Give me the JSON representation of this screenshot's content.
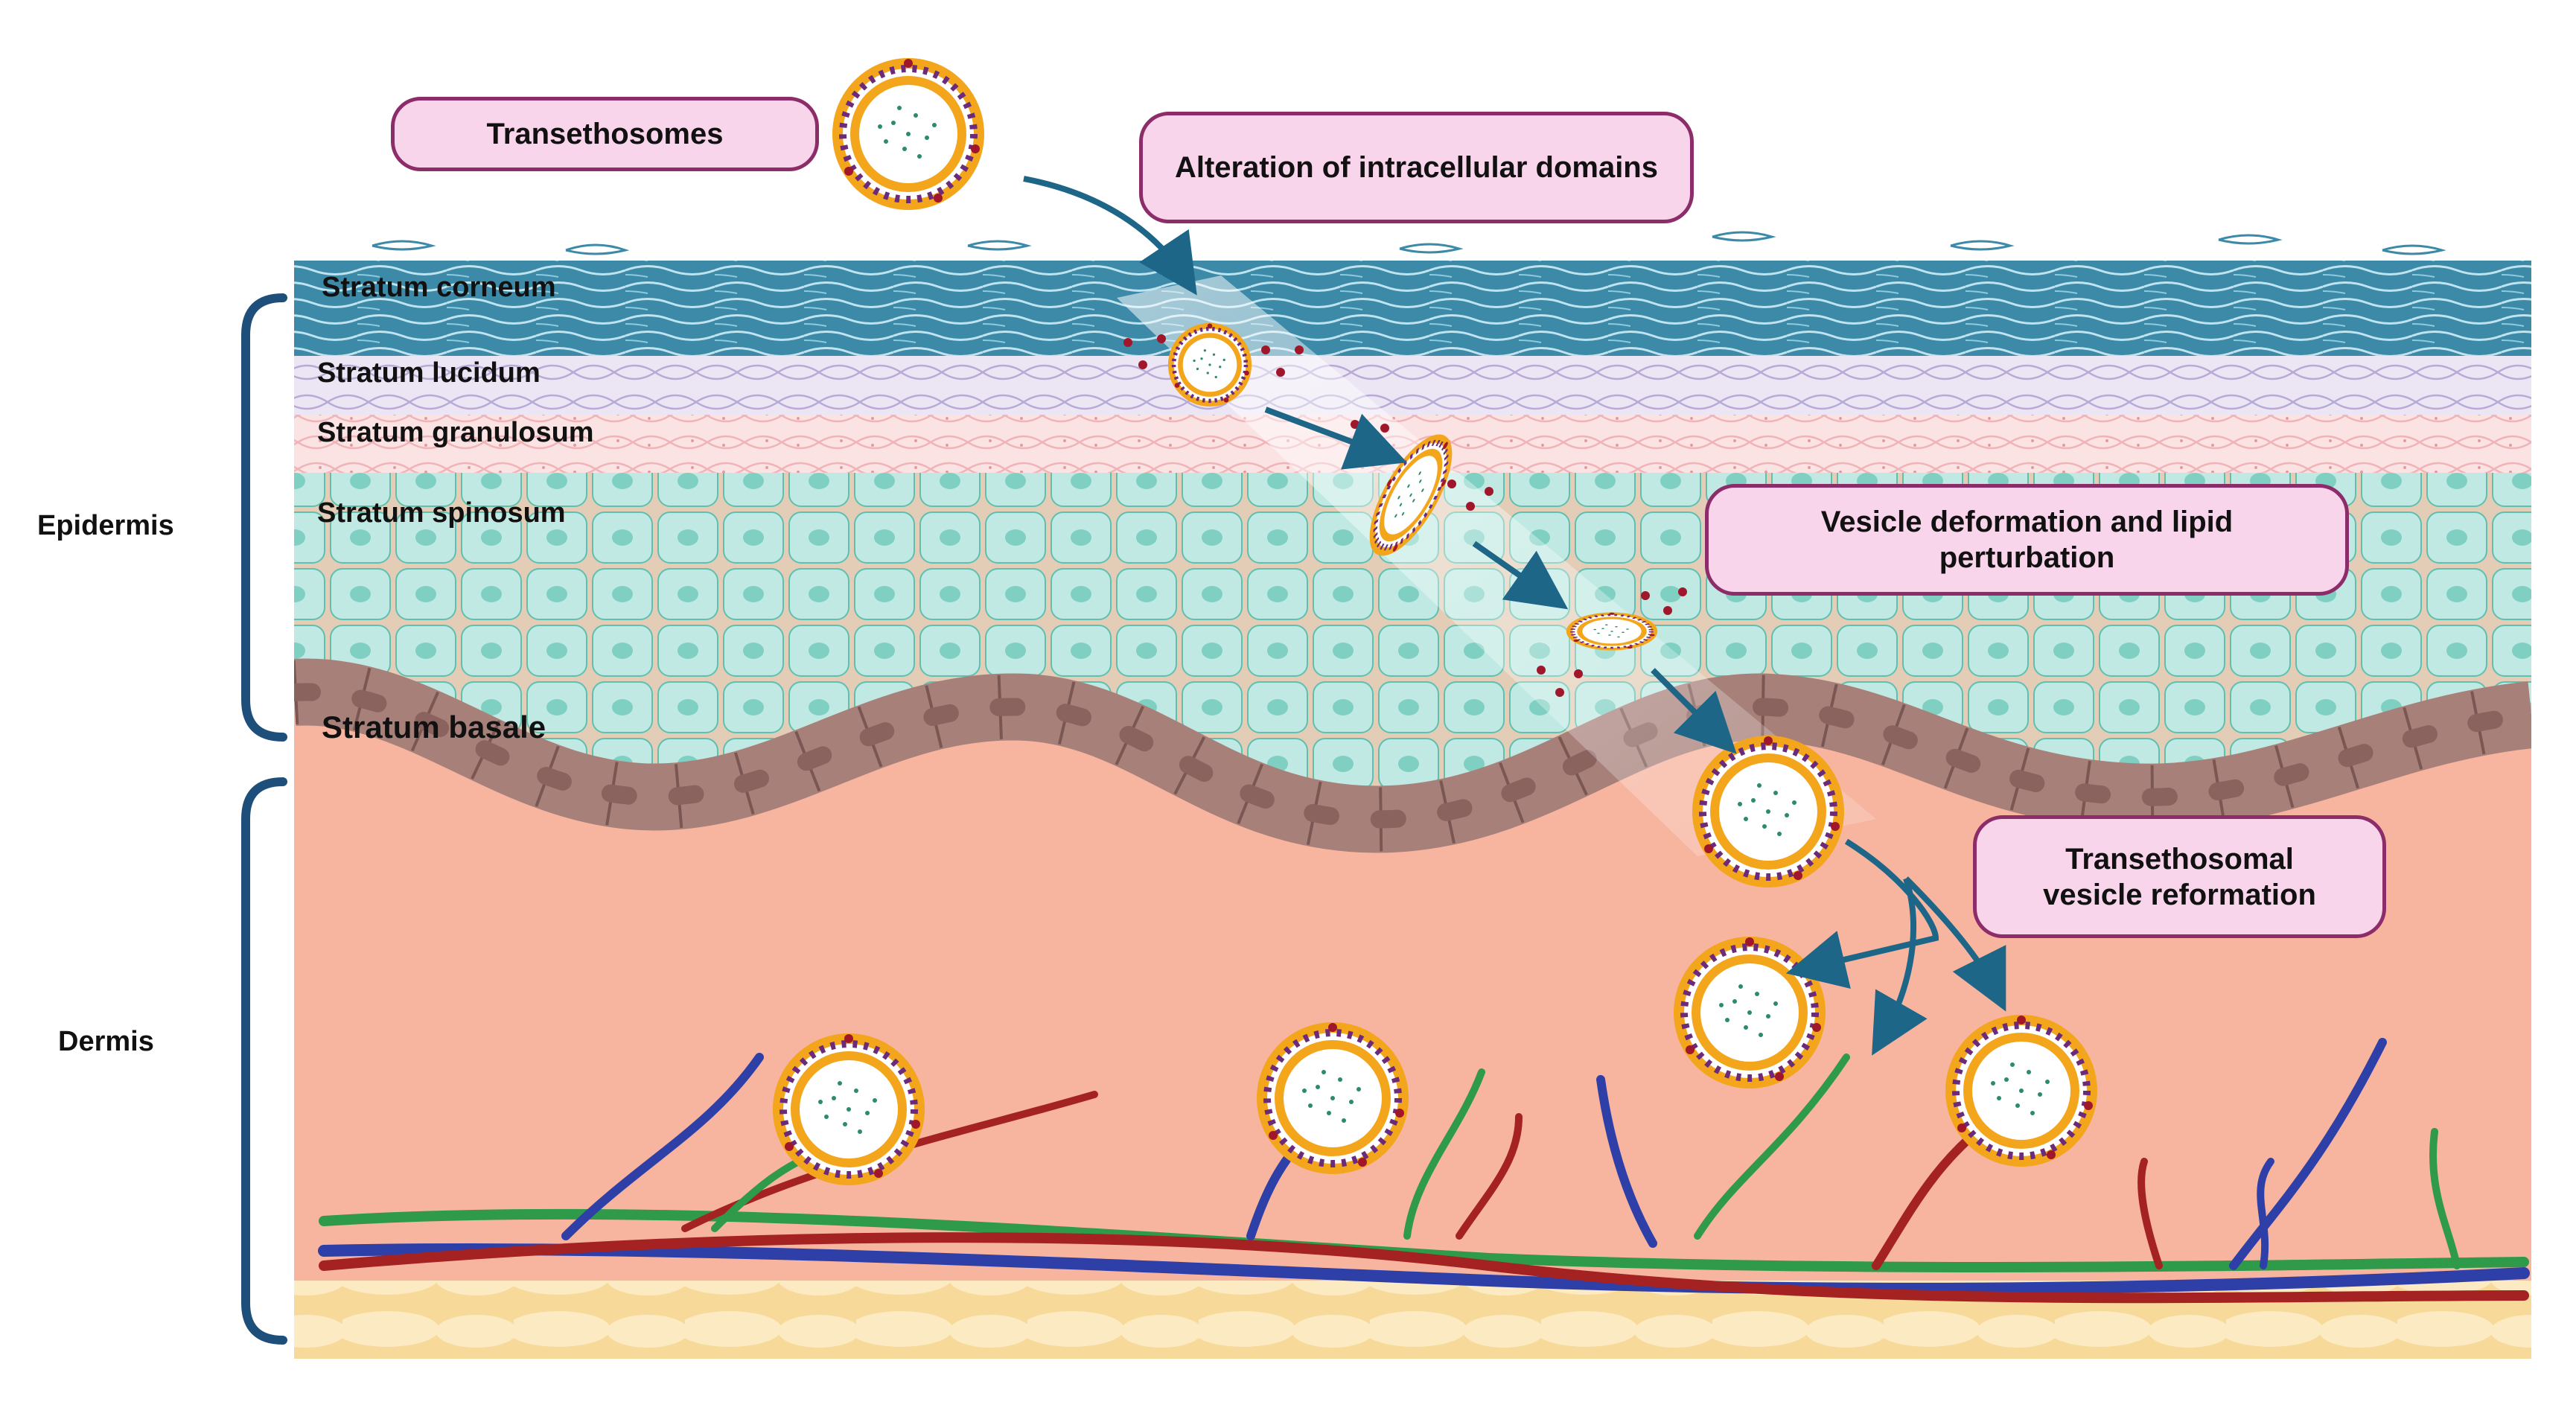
{
  "callouts": {
    "transethosomes": "Transethosomes",
    "alteration": "Alteration of intracellular domains",
    "deformation": "Vesicle deformation and lipid\nperturbation",
    "reformation": "Transethosomal\nvesicle reformation"
  },
  "layers": {
    "corneum": "Stratum corneum",
    "lucidum": "Stratum lucidum",
    "granulosum": "Stratum granulosum",
    "spinosum": "Stratum spinosum",
    "basale": "Stratum basale"
  },
  "regions": {
    "epidermis": "Epidermis",
    "dermis": "Dermis"
  },
  "colors": {
    "corneum": "#3c8aa8",
    "lucidum": "#ece6f4",
    "granulosum": "#f9dfe0",
    "spinosum": "#bfe9e2",
    "spinosum_cell": "#9adbd1",
    "basale_cell": "#a8807a",
    "dermis": "#f7b5a0",
    "fat": "#f6e0a8",
    "callout_fill": "#f9d5ec",
    "callout_border": "#8c2d6a",
    "arrow": "#1d6688",
    "bracket": "#1d4f7a",
    "vessel_blue": "#2f3fa8",
    "vessel_red": "#a52222",
    "vessel_green": "#2e9a4a",
    "vesicle_shell": "#f3a51c"
  }
}
